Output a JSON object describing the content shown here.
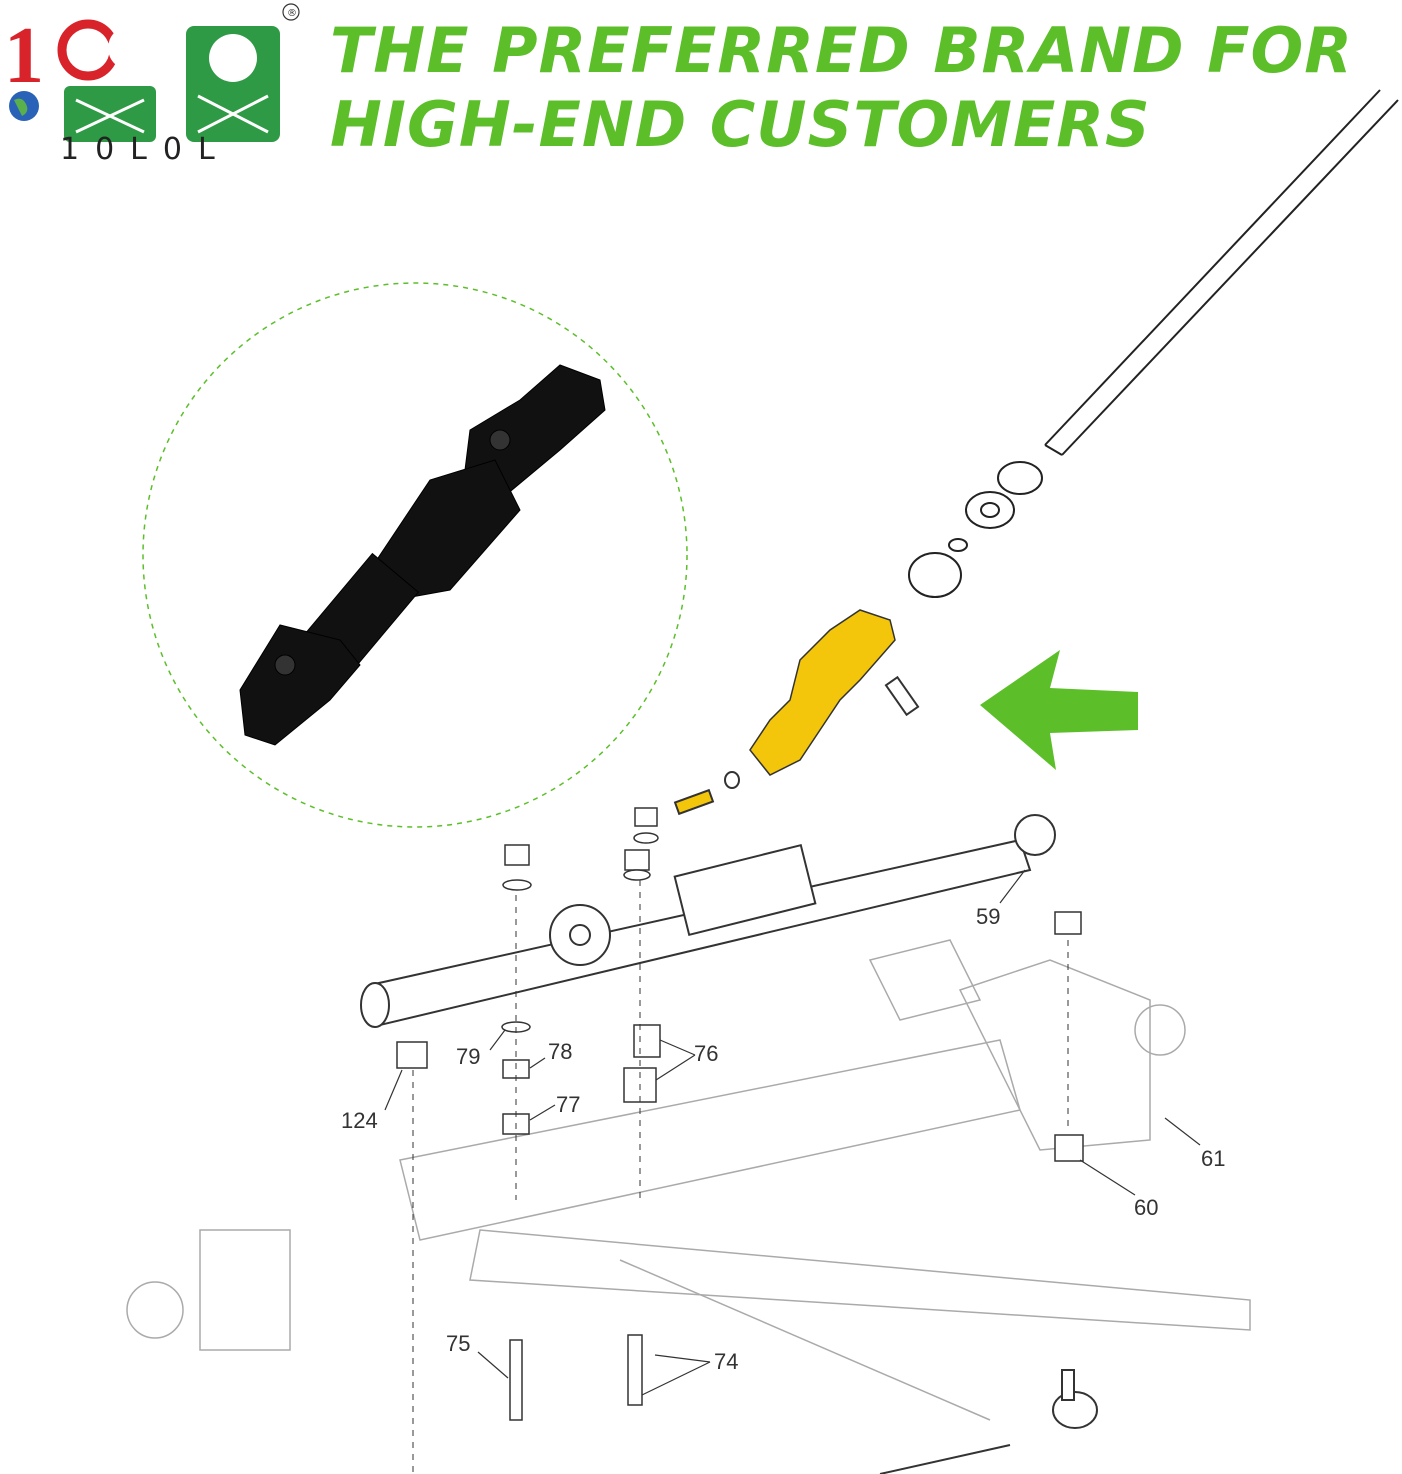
{
  "brand": {
    "logo_text": "10L0L",
    "registered_mark": "®",
    "colors": {
      "red": "#d8232a",
      "green": "#2e9a45",
      "headline": "#5cbf2a"
    }
  },
  "headline": {
    "line1": "THE PREFERRED BRAND FOR",
    "line2": "HIGH-END CUSTOMERS"
  },
  "diagram": {
    "callouts": [
      "59",
      "79",
      "78",
      "76",
      "124",
      "77",
      "61",
      "60",
      "75",
      "74"
    ]
  }
}
